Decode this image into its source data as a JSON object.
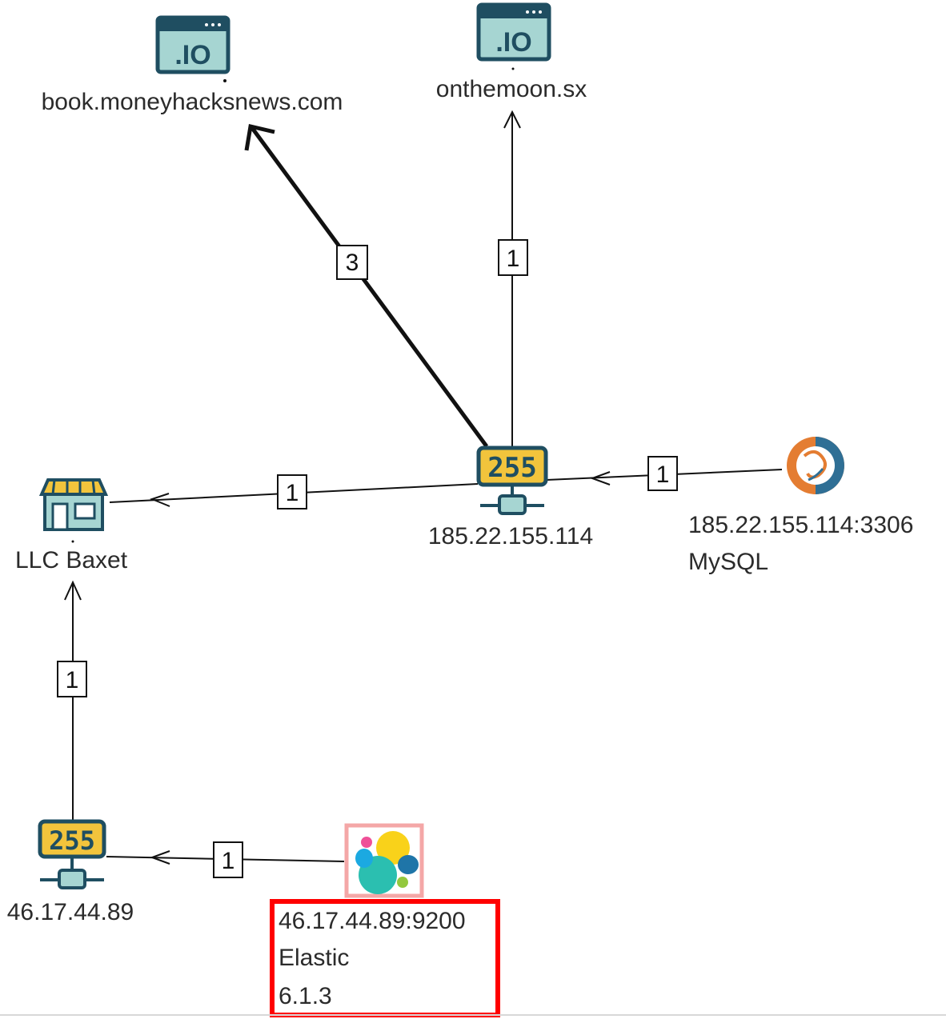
{
  "colors": {
    "edge": "#111111",
    "web_icon_fill": "#a6d5d2",
    "web_icon_stroke": "#1f4e61",
    "ip_icon_yellow": "#f2c43c",
    "ip_icon_dark": "#1f4e61",
    "shop_icon_fill": "#a6d5d2",
    "highlight_red": "#ff0000",
    "highlight_pink": "#f4a7a7",
    "mysql_orange": "#e47d32",
    "mysql_blue": "#2f6f95"
  },
  "nodes": {
    "domain_book": {
      "label": "book.moneyhacksnews.com",
      "icon": "web-domain-icon",
      "icon_text": ".IO"
    },
    "domain_moon": {
      "label": "onthemoon.sx",
      "icon": "web-domain-icon",
      "icon_text": ".IO"
    },
    "ip_185": {
      "label": "185.22.155.114",
      "icon": "ip-network-icon",
      "icon_text": "255"
    },
    "mysql": {
      "line1": "185.22.155.114:3306",
      "line2": "MySQL",
      "icon": "mysql-dolphin-icon"
    },
    "llc_baxet": {
      "label": "LLC Baxet",
      "icon": "storefront-icon"
    },
    "ip_46": {
      "label": "46.17.44.89",
      "icon": "ip-network-icon",
      "icon_text": "255"
    },
    "elastic": {
      "line1": "46.17.44.89:9200",
      "line2": "Elastic",
      "line3": "6.1.3",
      "icon": "elastic-icon"
    }
  },
  "edges": [
    {
      "from": "185.22.155.114",
      "to": "book.moneyhacksnews.com",
      "count": "3"
    },
    {
      "from": "185.22.155.114",
      "to": "onthemoon.sx",
      "count": "1"
    },
    {
      "from": "185.22.155.114",
      "to": "LLC Baxet",
      "count": "1"
    },
    {
      "from": "185.22.155.114:3306 MySQL",
      "to": "185.22.155.114",
      "count": "1"
    },
    {
      "from": "46.17.44.89",
      "to": "LLC Baxet",
      "count": "1"
    },
    {
      "from": "46.17.44.89:9200 Elastic",
      "to": "46.17.44.89",
      "count": "1"
    }
  ]
}
